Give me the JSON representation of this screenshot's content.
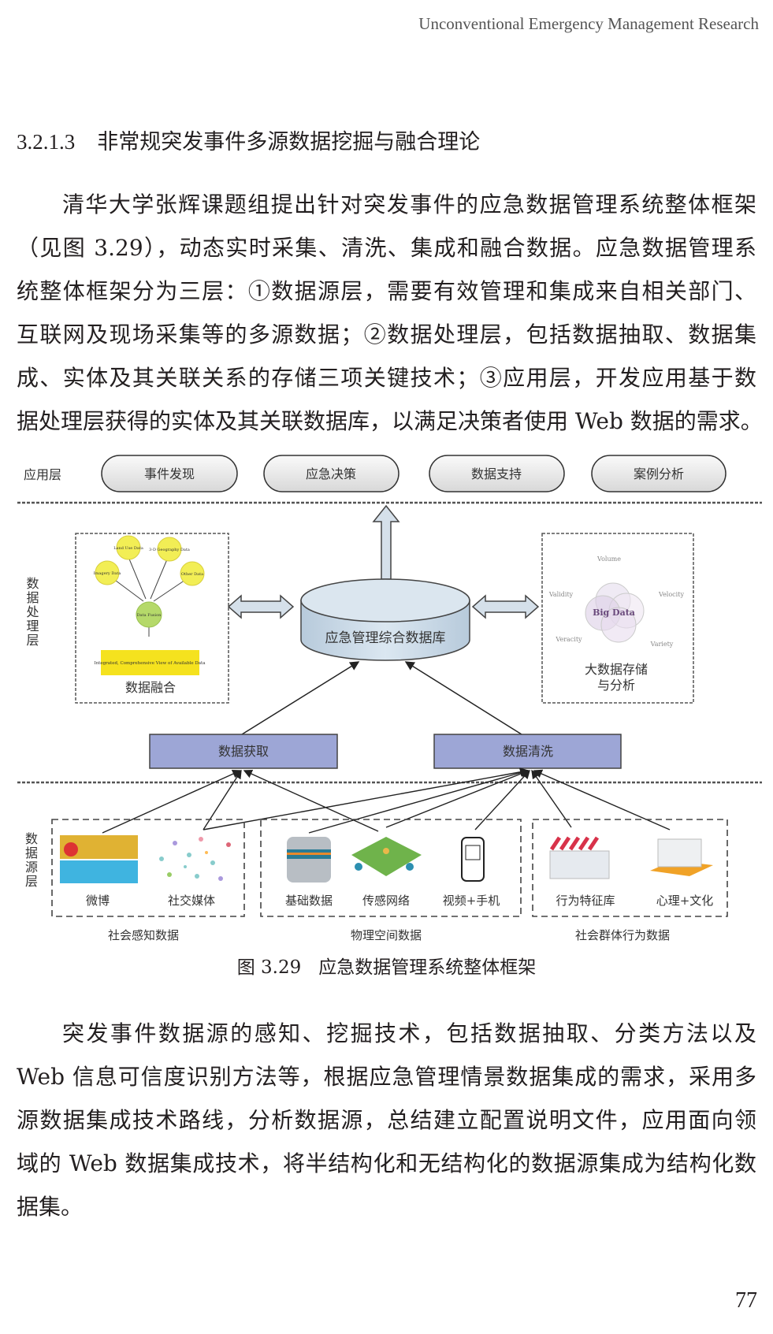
{
  "running_head": "Unconventional Emergency Management Research",
  "section": {
    "number": "3.2.1.3",
    "title": "非常规突发事件多源数据挖掘与融合理论"
  },
  "paragraph1": [
    "清华大学张辉课题组提出针对突发事件的应急数据管理系统整体框架",
    "（见图 3.29），动态实时采集、清洗、集成和融合数据。应急数据管理系",
    "统整体框架分为三层：①数据源层，需要有效管理和集成来自相关部门、",
    "互联网及现场采集等的多源数据；②数据处理层，包括数据抽取、数据集",
    "成、实体及其关联关系的存储三项关键技术；③应用层，开发应用基于数",
    "据处理层获得的实体及其关联数据库，以满足决策者使用 Web 数据的需求。"
  ],
  "figure": {
    "caption_number": "图 3.29",
    "caption_title": "应急数据管理系统整体框架",
    "layers": {
      "application": "应用层",
      "processing": "数据处理层",
      "source": "数据源层"
    },
    "applications": [
      "事件发现",
      "应急决策",
      "数据支持",
      "案例分析"
    ],
    "database": "应急管理综合数据库",
    "fusion": {
      "label": "数据融合",
      "nodes": [
        "Land Use Data",
        "3-D Geography Data",
        "Imagery Data",
        "Other Data",
        "Data Fusion"
      ],
      "output": "Integrated, Comprehensive View of Available Data"
    },
    "bigdata": {
      "label_line1": "大数据存储",
      "label_line2": "与分析",
      "center": "Big Data",
      "attributes": [
        "Volume",
        "Validity",
        "Velocity",
        "Veracity",
        "Variety"
      ]
    },
    "processes": [
      "数据获取",
      "数据清洗"
    ],
    "sources": [
      "微博",
      "社交媒体",
      "基础数据",
      "传感网络",
      "视频+手机",
      "行为特征库",
      "心理+文化"
    ],
    "source_groups": [
      "社会感知数据",
      "物理空间数据",
      "社会群体行为数据"
    ],
    "colors": {
      "pill": "#e6e6e6",
      "cylinder": "#c9d9e6",
      "process": "#9da6d6",
      "fusion_node": "#f2ee55",
      "fusion_center": "#b5d96a"
    }
  },
  "paragraph2": [
    "突发事件数据源的感知、挖掘技术，包括数据抽取、分类方法以及",
    "Web 信息可信度识别方法等，根据应急管理情景数据集成的需求，采用多",
    "源数据集成技术路线，分析数据源，总结建立配置说明文件，应用面向领",
    "域的 Web 数据集成技术，将半结构化和无结构化的数据源集成为结构化数",
    "据集。"
  ],
  "page_number": "77"
}
